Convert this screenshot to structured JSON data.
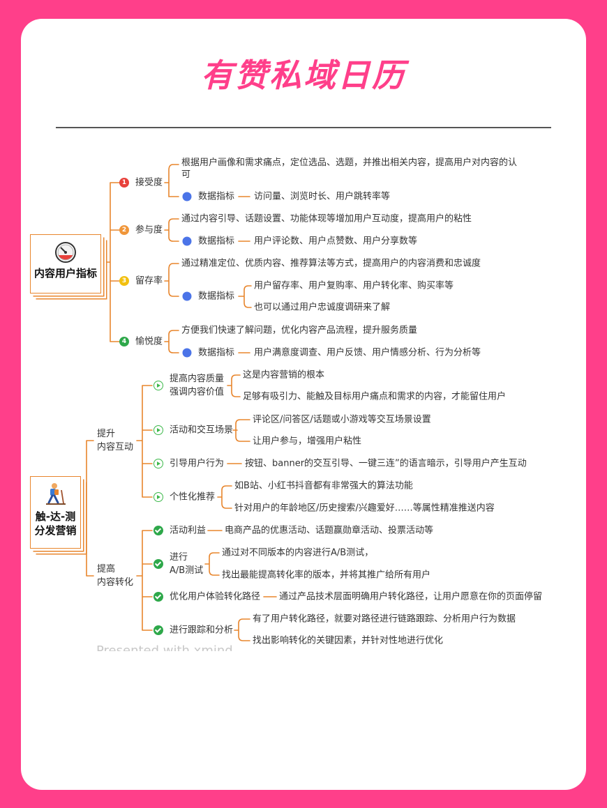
{
  "title": "有赞私域日历",
  "branch1": {
    "root": "内容用户指标",
    "items": [
      {
        "num": "1",
        "color": "#e8413b",
        "label": "接受度",
        "desc": "根据用户画像和需求痛点，定位选品、选题，并推出相关内容，提高用户对内容的认可",
        "metric_label": "数据指标",
        "metric": "访问量、浏览时长、用户跳转率等"
      },
      {
        "num": "2",
        "color": "#f0963a",
        "label": "参与度",
        "desc": "通过内容引导、话题设置、功能体现等增加用户互动度，提高用户的粘性",
        "metric_label": "数据指标",
        "metric": "用户评论数、用户点赞数、用户分享数等"
      },
      {
        "num": "3",
        "color": "#f2c010",
        "label": "留存率",
        "desc": "通过精准定位、优质内容、推荐算法等方式，提高用户的内容消费和忠诚度",
        "metric_label": "数据指标",
        "metric": "用户留存率、用户复购率、用户转化率、购买率等",
        "metric2": "也可以通过用户忠诚度调研来了解"
      },
      {
        "num": "4",
        "color": "#2ea84a",
        "label": "愉悦度",
        "desc": "方便我们快速了解问题，优化内容产品流程，提升服务质量",
        "metric_label": "数据指标",
        "metric": "用户满意度调查、用户反馈、用户情感分析、行为分析等"
      }
    ]
  },
  "branch2": {
    "root": "触-达-测\n分发营销",
    "sub1": {
      "label": "提升\n内容互动",
      "items": [
        {
          "label": "提高内容质量\n强调内容价值",
          "leaves": [
            "这是内容营销的根本",
            "足够有吸引力、能触及目标用户痛点和需求的内容，才能留住用户"
          ]
        },
        {
          "label": "活动和交互场景",
          "leaves": [
            "评论区/问答区/话题或小游戏等交互场景设置",
            "让用户参与，增强用户粘性"
          ]
        },
        {
          "label": "引导用户行为",
          "leaves": [
            "按钮、banner的交互引导、一键三连”的语言暗示，引导用户产生互动"
          ]
        },
        {
          "label": "个性化推荐",
          "leaves": [
            "如B站、小红书抖音都有非常强大的算法功能",
            "针对用户的年龄地区/历史搜索/兴趣爱好……等属性精准推送内容"
          ]
        }
      ]
    },
    "sub2": {
      "label": "提高\n内容转化",
      "items": [
        {
          "label": "活动利益",
          "leaves": [
            "电商产品的优惠活动、话题赢勋章活动、投票活动等"
          ]
        },
        {
          "label": "进行\nA/B测试",
          "leaves": [
            "通过对不同版本的内容进行A/B测试，",
            "找出最能提高转化率的版本，并将其推广给所有用户"
          ]
        },
        {
          "label": "优化用户体验转化路径",
          "leaves": [
            "通过产品技术层面明确用户转化路径，让用户愿意在你的页面停留"
          ]
        },
        {
          "label": "进行跟踪和分析",
          "leaves": [
            "有了用户转化路径，就要对路径进行链路跟踪、分析用户行为数据",
            "找出影响转化的关键因素，并针对性地进行优化"
          ]
        }
      ]
    }
  },
  "watermark": "Presented with xmind",
  "colors": {
    "background": "#ff3f8a",
    "title": "#ff3f8a",
    "line": "#e8852c",
    "metric_dot": "#4b74e8",
    "green": "#2ea84a"
  }
}
